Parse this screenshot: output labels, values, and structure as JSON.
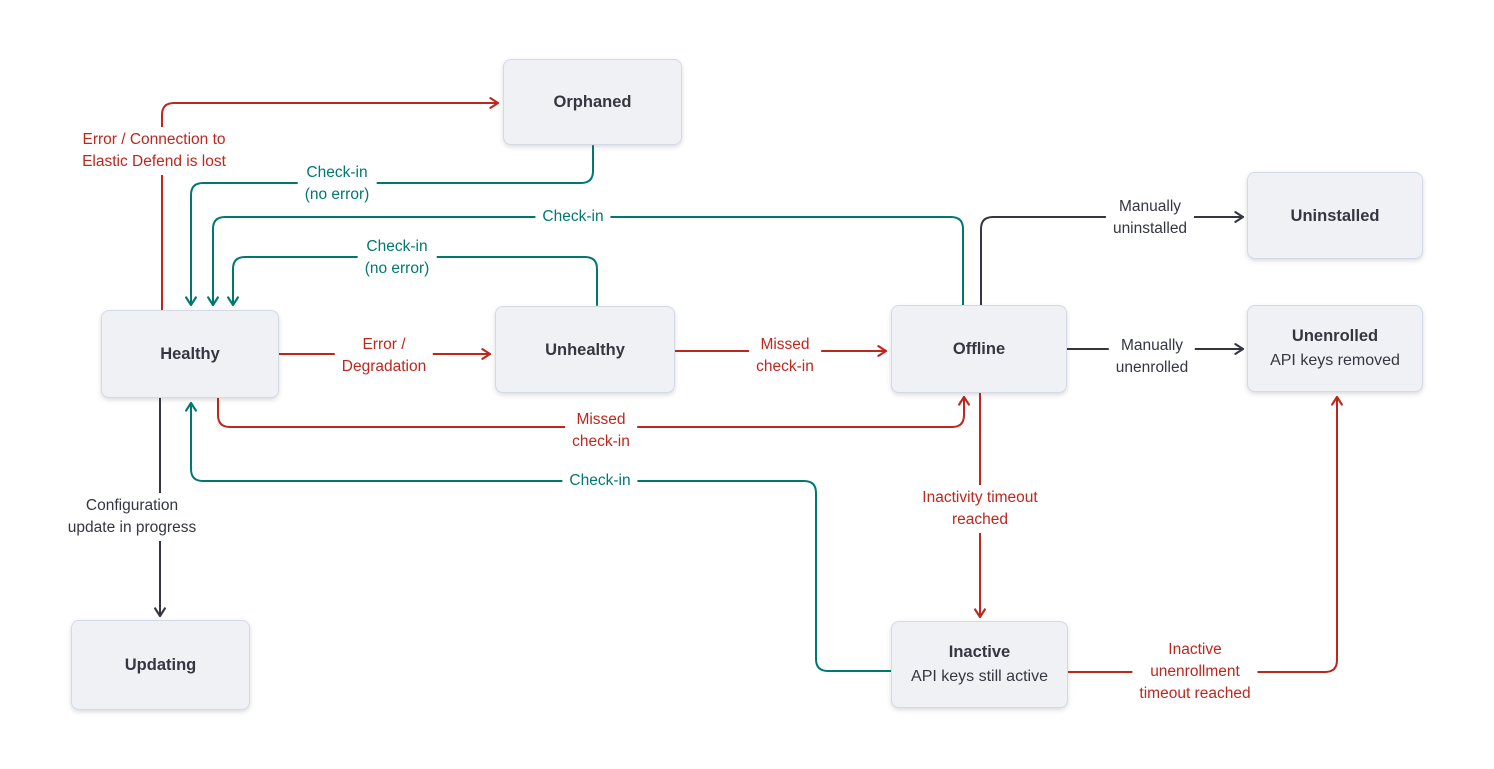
{
  "colors": {
    "danger": "#bd271e",
    "success": "#007871",
    "dark": "#343741",
    "node_fill": "#f0f1f4",
    "node_border": "#d3dae6",
    "background": "#ffffff"
  },
  "nodes": {
    "orphaned": {
      "title": "Orphaned"
    },
    "healthy": {
      "title": "Healthy"
    },
    "unhealthy": {
      "title": "Unhealthy"
    },
    "offline": {
      "title": "Offline"
    },
    "uninstalled": {
      "title": "Uninstalled"
    },
    "unenrolled": {
      "title": "Unenrolled",
      "subtitle": "API keys removed"
    },
    "updating": {
      "title": "Updating"
    },
    "inactive": {
      "title": "Inactive",
      "subtitle": "API keys still active"
    }
  },
  "edges": {
    "healthy_to_orphaned": {
      "from": "Healthy",
      "to": "Orphaned",
      "color": "danger",
      "label_lines": [
        "Error / Connection to",
        "Elastic Defend is lost"
      ]
    },
    "orphaned_to_healthy": {
      "from": "Orphaned",
      "to": "Healthy",
      "color": "success",
      "label_lines": [
        "Check-in",
        "(no error)"
      ]
    },
    "offline_to_healthy": {
      "from": "Offline",
      "to": "Healthy",
      "color": "success",
      "label_lines": [
        "Check-in"
      ]
    },
    "unhealthy_to_healthy": {
      "from": "Unhealthy",
      "to": "Healthy",
      "color": "success",
      "label_lines": [
        "Check-in",
        "(no error)"
      ]
    },
    "healthy_to_unhealthy": {
      "from": "Healthy",
      "to": "Unhealthy",
      "color": "danger",
      "label_lines": [
        "Error /",
        "Degradation"
      ]
    },
    "unhealthy_to_offline": {
      "from": "Unhealthy",
      "to": "Offline",
      "color": "danger",
      "label_lines": [
        "Missed",
        "check-in"
      ]
    },
    "healthy_to_offline": {
      "from": "Healthy",
      "to": "Offline",
      "color": "danger",
      "label_lines": [
        "Missed",
        "check-in"
      ]
    },
    "inactive_to_healthy": {
      "from": "Inactive",
      "to": "Healthy",
      "color": "success",
      "label_lines": [
        "Check-in"
      ]
    },
    "healthy_to_updating": {
      "from": "Healthy",
      "to": "Updating",
      "color": "dark",
      "label_lines": [
        "Configuration",
        "update in progress"
      ]
    },
    "offline_to_uninstalled": {
      "from": "Offline",
      "to": "Uninstalled",
      "color": "dark",
      "label_lines": [
        "Manually",
        "uninstalled"
      ]
    },
    "offline_to_unenrolled": {
      "from": "Offline",
      "to": "Unenrolled",
      "color": "dark",
      "label_lines": [
        "Manually",
        "unenrolled"
      ]
    },
    "offline_to_inactive": {
      "from": "Offline",
      "to": "Inactive",
      "color": "danger",
      "label_lines": [
        "Inactivity timeout",
        "reached"
      ]
    },
    "inactive_to_unenrolled": {
      "from": "Inactive",
      "to": "Unenrolled",
      "color": "danger",
      "label_lines": [
        "Inactive",
        "unenrollment",
        "timeout reached"
      ]
    }
  }
}
